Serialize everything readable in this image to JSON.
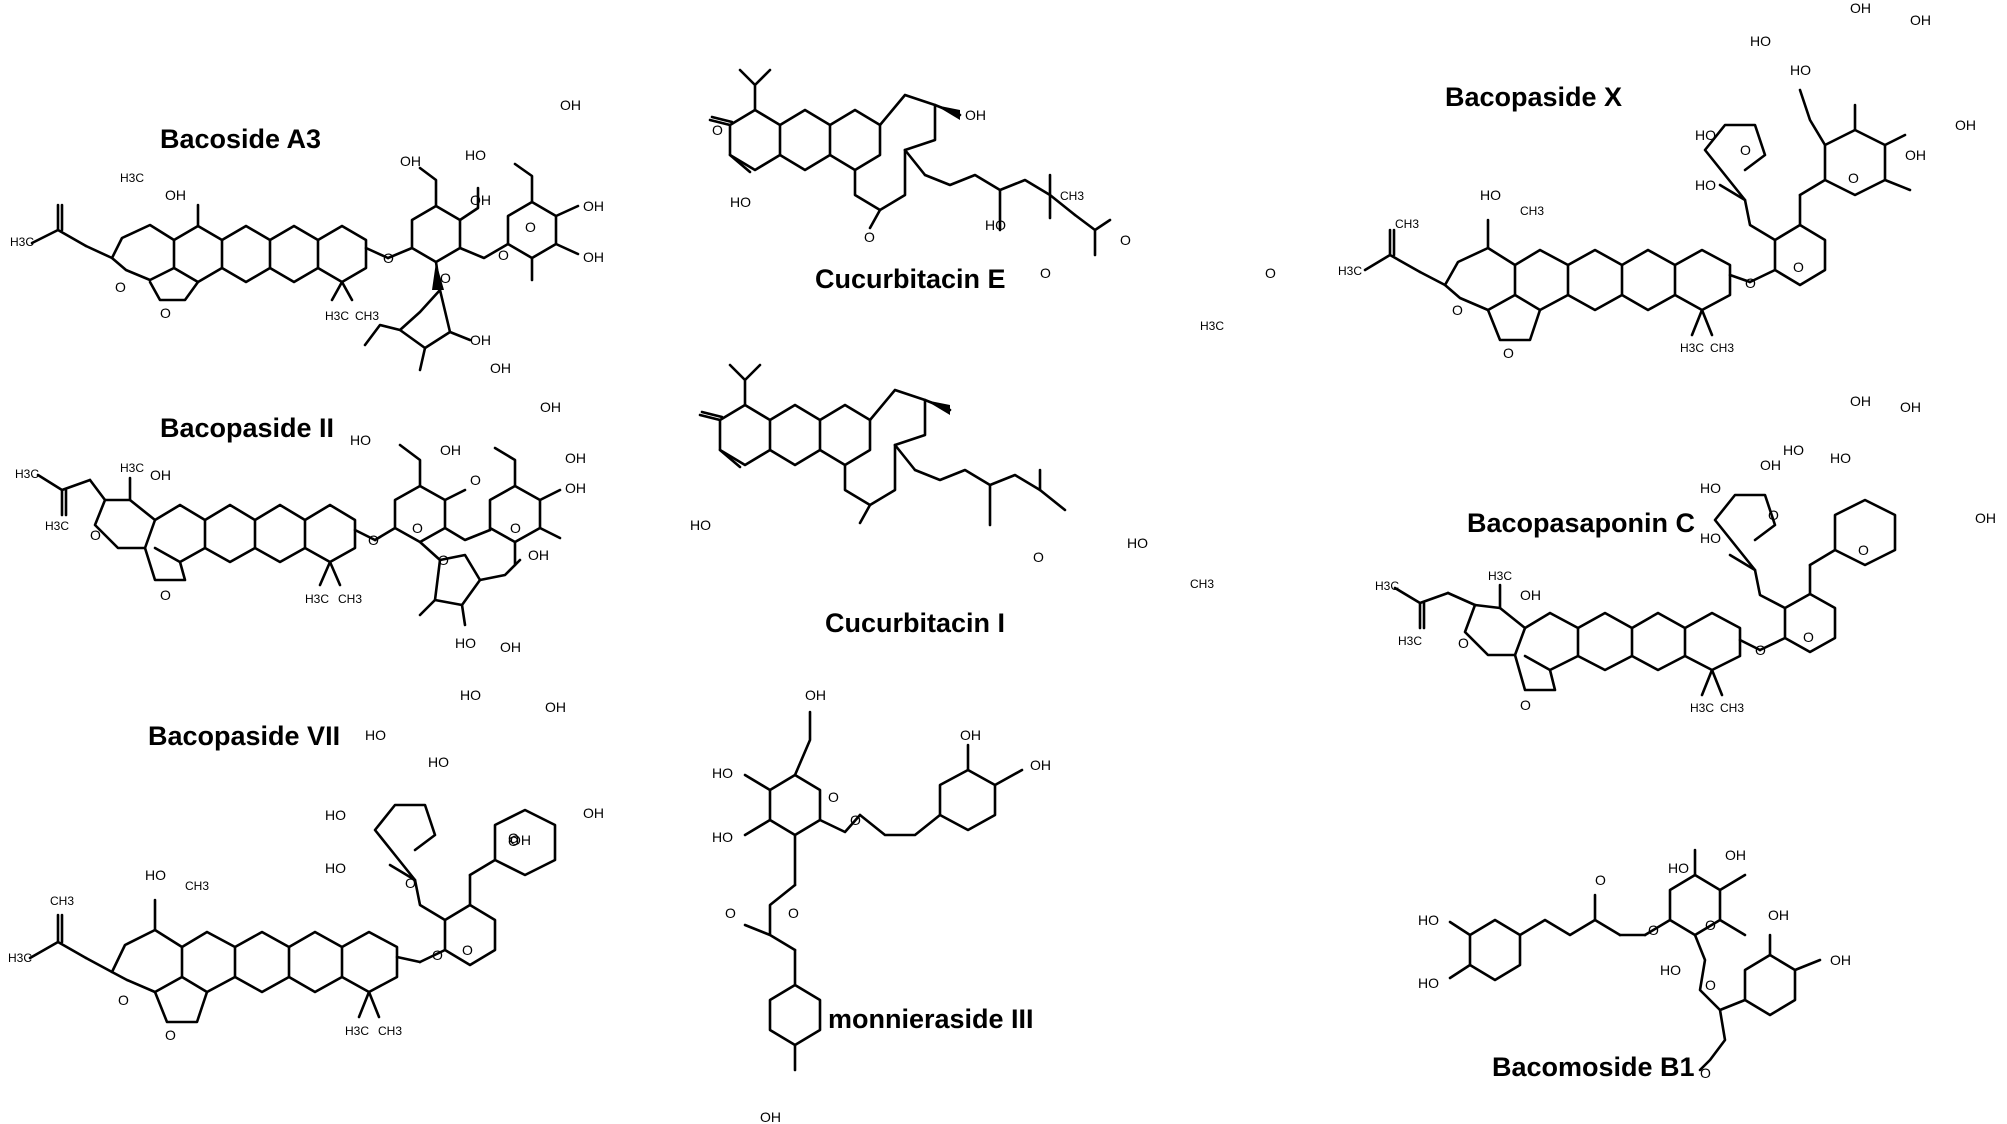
{
  "compounds": [
    {
      "id": "bacoside-a3",
      "name": "Bacoside A3"
    },
    {
      "id": "cucurbitacin-e",
      "name": "Cucurbitacin E"
    },
    {
      "id": "bacopaside-x",
      "name": "Bacopaside X"
    },
    {
      "id": "bacopaside-ii",
      "name": "Bacopaside II"
    },
    {
      "id": "cucurbitacin-i",
      "name": "Cucurbitacin I"
    },
    {
      "id": "bacopasaponin-c",
      "name": "Bacopasaponin C"
    },
    {
      "id": "bacopaside-vii",
      "name": "Bacopaside VII"
    },
    {
      "id": "monnieraside-iii",
      "name": "monnieraside III"
    },
    {
      "id": "bacomoside-b1",
      "name": "Bacomoside B1"
    }
  ],
  "atoms": {
    "oh": "OH",
    "ho": "HO",
    "o": "O",
    "h3c": "H3C",
    "ch3": "CH3"
  }
}
